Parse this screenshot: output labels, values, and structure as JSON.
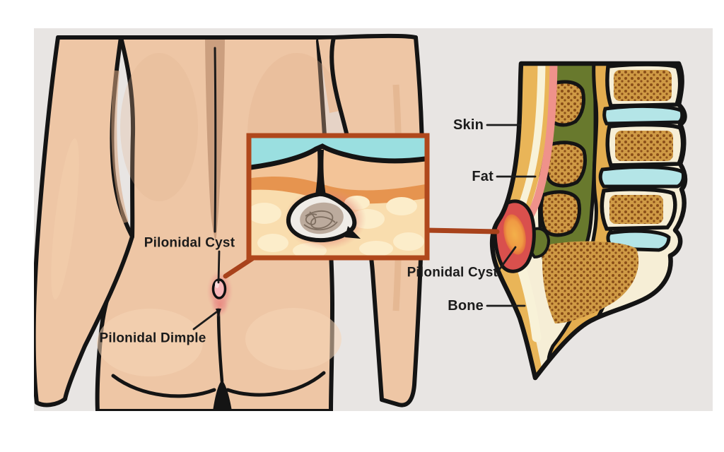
{
  "scene": {
    "type": "medical-illustration",
    "subject": "Pilonidal cyst diagram: lower back view, skin cross-section inset, and sagittal spine section"
  },
  "labels": {
    "body_cyst": "Pilonidal Cyst",
    "body_dimple": "Pilonidal Dimple",
    "skin": "Skin",
    "fat": "Fat",
    "section_cyst": "Pilonidal Cyst",
    "bone": "Bone"
  },
  "colors": {
    "page_background": "#ffffff",
    "panel_grey": "#e8e5e3",
    "skin": "#eec6a5",
    "skin_shadow": "#d9a67f",
    "spine_crease": "#c79a7b",
    "outline_black": "#141414",
    "inset_border_rust": "#b0481c",
    "inset_cyan": "#9adfe0",
    "epidermis": "#f3c498",
    "dermis_orange": "#e6944f",
    "fat_light": "#f9ddae",
    "fat_lobule": "#fcedca",
    "inflammation_red": "#dd6055",
    "cyst_bump_pink": "#f7b6b8",
    "cyst_capsule_white": "#efece7",
    "cyst_core_tan": "#bcab9d",
    "section_fat_gold": "#e9b558",
    "section_cream": "#f8f2d8",
    "section_pink": "#ef928b",
    "muscle_green": "#68792d",
    "ligament_gold": "#e3ad4f",
    "bone_cream": "#f6eed6",
    "bone_speckle_base": "#cf9a45",
    "bone_speckle_dot": "#8a4e18",
    "disc_cyan": "#b4e5e7",
    "section_cyst_red": "#d9504d",
    "section_cyst_orange": "#f0a94a",
    "label_text": "#1b1b1b"
  }
}
